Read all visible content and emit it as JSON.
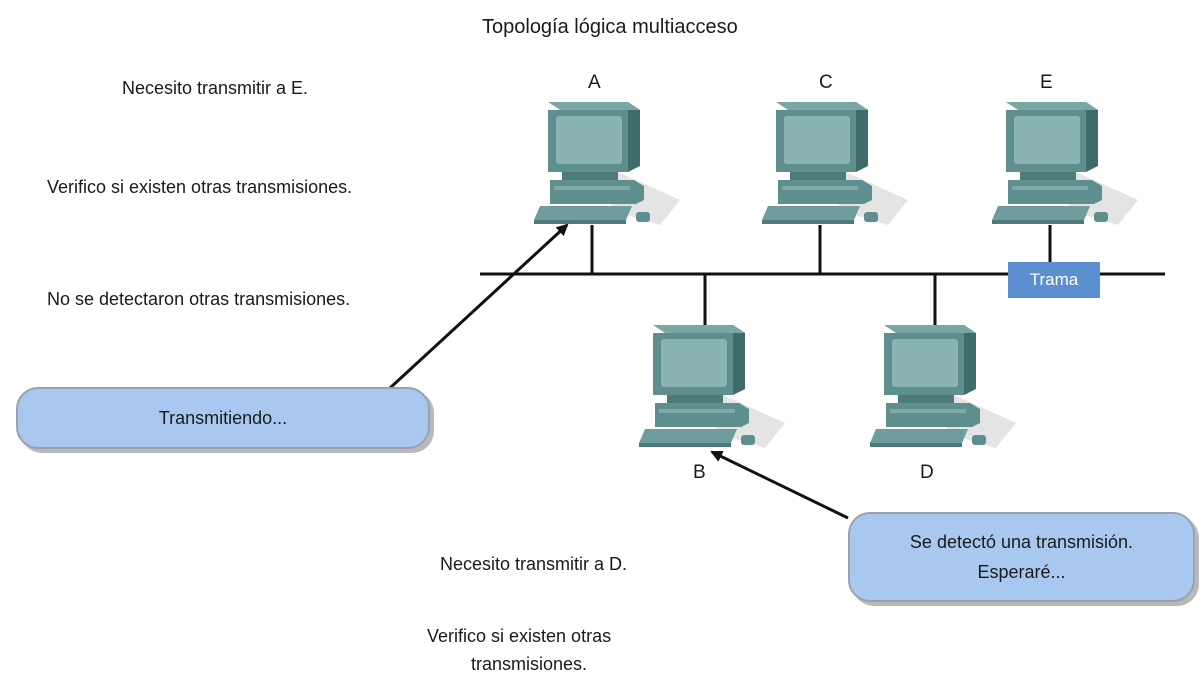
{
  "title": "Topología lógica multiacceso",
  "notes": {
    "a_need": "Necesito transmitir a E.",
    "a_verify": "Verifico si existen otras transmisiones.",
    "a_none": "No se detectaron otras transmisiones.",
    "b_need": "Necesito transmitir a D.",
    "b_verify_line1": "Verifico si existen otras",
    "b_verify_line2": "transmisiones."
  },
  "callouts": {
    "transmitting": "Transmitiendo...",
    "detected_line1": "Se detectó una transmisión.",
    "detected_line2": "Esperaré..."
  },
  "nodes": {
    "a": "A",
    "b": "B",
    "c": "C",
    "d": "D",
    "e": "E"
  },
  "frame_label": "Trama",
  "colors": {
    "computer_body": "#5f8e8e",
    "computer_screen": "#8ab4b4",
    "callout_fill": "#a9c8f0",
    "frame_fill": "#5c8fcf",
    "bus_line": "#111111"
  }
}
